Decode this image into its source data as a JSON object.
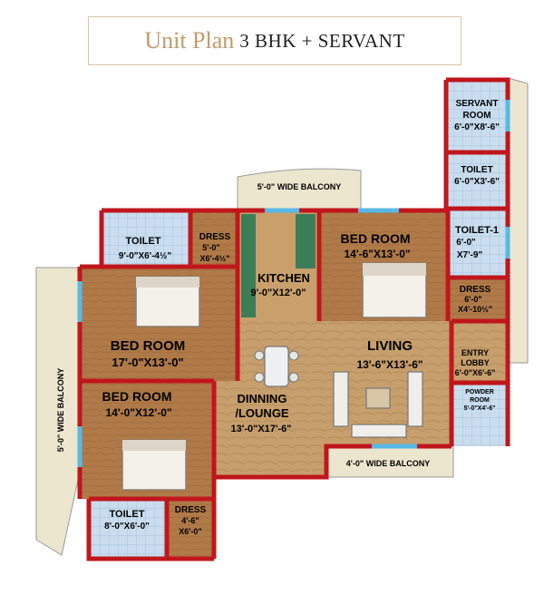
{
  "title": {
    "main": "Unit Plan",
    "sub": "3 BHK + SERVANT"
  },
  "rooms": {
    "servant_room": {
      "name_1": "SERVANT",
      "name_2": "ROOM",
      "size": "6'-0\"X8'-6\""
    },
    "servant_toilet": {
      "name": "TOILET",
      "size": "6'-0\"X3'-6\""
    },
    "toilet_1": {
      "name": "TOILET-1",
      "size_1": "6'-0\"",
      "size_2": "X7'-9\""
    },
    "dress_right": {
      "name": "DRESS",
      "size_1": "6'-0\"",
      "size_2": "X4'-10½\""
    },
    "powder_room": {
      "name_1": "POWDER",
      "name_2": "ROOM",
      "size": "5'-0\"X4'-6\""
    },
    "entry_lobby": {
      "name_1": "ENTRY",
      "name_2": "LOBBY",
      "size": "6'-0\"X6'-6\""
    },
    "bedroom_top_right": {
      "name": "BED ROOM",
      "size": "14'-6\"X13'-0\""
    },
    "kitchen": {
      "name": "KITCHEN",
      "size": "9'-0\"X12'-0\""
    },
    "living": {
      "name": "LIVING",
      "size": "13'-6\"X13'-6\""
    },
    "dinning": {
      "name_1": "DINNING",
      "name_2": "/LOUNGE",
      "size": "13'-0\"X17'-6\""
    },
    "toilet_top_left": {
      "name": "TOILET",
      "size": "9'-0\"X6'-4½\""
    },
    "dress_top_left": {
      "name": "DRESS",
      "size_1": "5'-0\"",
      "size_2": "X6'-4½\""
    },
    "bedroom_left": {
      "name": "BED ROOM",
      "size": "17'-0\"X13'-0\""
    },
    "bedroom_bottom_left": {
      "name": "BED ROOM",
      "size": "14'-0\"X12'-0\""
    },
    "toilet_bottom_left": {
      "name": "TOILET",
      "size": "8'-0\"X6'-0\""
    },
    "dress_bottom_left": {
      "name": "DRESS",
      "size_1": "4'-6\"",
      "size_2": "X6'-0\""
    }
  },
  "balconies": {
    "top": "5'-0\" WIDE BALCONY",
    "left": "5'-0\" WIDE BALCONY",
    "bottom_right": "4'-0\" WIDE BALCONY"
  },
  "colors": {
    "wall": "#c0161c",
    "floor_wood": "#b07a48",
    "floor_light": "#d8b07c",
    "tile_blue": "#b8d3e8",
    "balcony": "#ece6cf",
    "kitchen_counter": "#3b7d56",
    "title_accent": "#c39a6b"
  }
}
